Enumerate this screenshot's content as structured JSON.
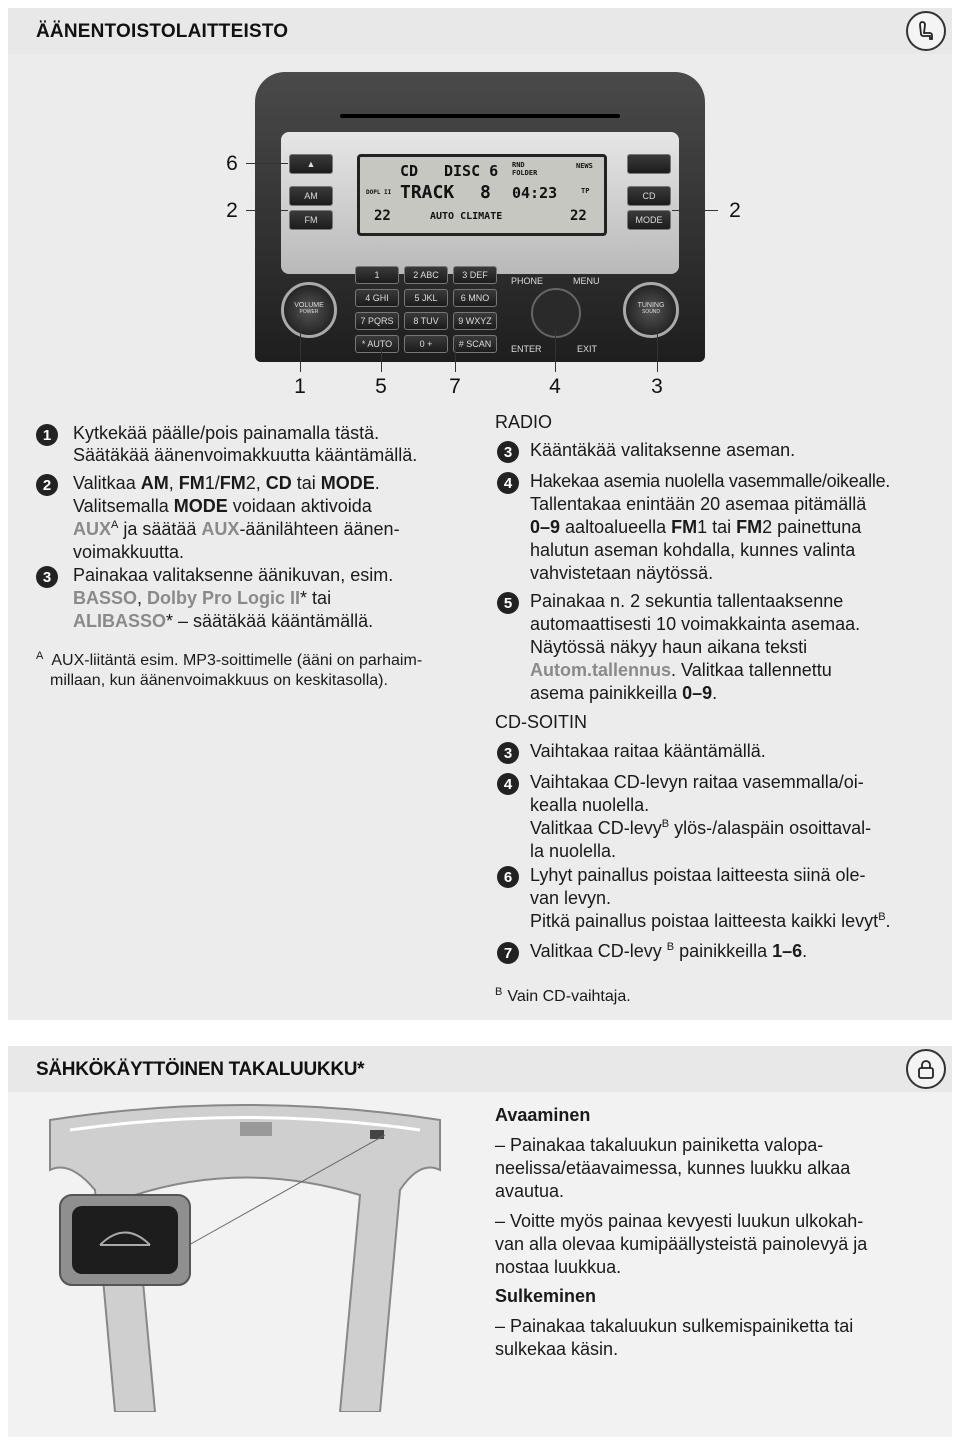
{
  "section1": {
    "title": "ÄÄNENTOISTOLAITTEISTO",
    "icon": "seat-icon"
  },
  "radio_image": {
    "display": {
      "cd": "CD",
      "disc": "DISC 6",
      "rnd": "RND",
      "folder": "FOLDER",
      "news": "NEWS",
      "track": "TRACK",
      "track_no": "8",
      "time": "04:23",
      "tp": "TP",
      "dpl": "DOPL II",
      "auto_climate": "AUTO CLIMATE",
      "temp_left": "22",
      "temp_right": "22"
    },
    "buttons": {
      "am": "AM",
      "fm": "FM",
      "cd": "CD",
      "mode": "MODE",
      "volume": "VOLUME",
      "power": "POWER",
      "tuning": "TUNING",
      "sound": "SOUND",
      "phone": "PHONE",
      "menu": "MENU",
      "enter": "ENTER",
      "exit": "EXIT"
    },
    "keypad": [
      "1",
      "2 ABC",
      "3 DEF",
      "4 GHI",
      "5 JKL",
      "6 MNO",
      "7 PQRS",
      "8 TUV",
      "9 WXYZ",
      "* AUTO",
      "0 +",
      "# SCAN"
    ],
    "callouts": {
      "top_left": "6",
      "mid_left": "2",
      "mid_right": "2",
      "bottom": [
        "1",
        "5",
        "7",
        "4",
        "3"
      ]
    }
  },
  "left_column": {
    "item1_num": "1",
    "item1_line1": "Kytkekää päälle/pois painamalla tästä.",
    "item1_line2": "Säätäkää äänenvoimakkuutta kääntämällä.",
    "item2_num": "2",
    "item2_p1": "Valitkaa ",
    "item2_am": "AM",
    "item2_p2": ", ",
    "item2_fm1": "FM",
    "item2_p3": "1/",
    "item2_fm2": "FM",
    "item2_p4": "2, ",
    "item2_cd": "CD",
    "item2_p5": " tai ",
    "item2_mode": "MODE",
    "item2_p6": ".",
    "item2_line2a": "Valitsemalla ",
    "item2_line2b": "MODE",
    "item2_line2c": " voidaan aktivoida",
    "item2_aux1": "AUX",
    "item2_sup_a": "A",
    "item2_line3a": " ja säätää ",
    "item2_aux2": "AUX",
    "item2_line3b": "-äänilähteen äänen-",
    "item2_line4": "voimakkuutta.",
    "item3_num": "3",
    "item3_line1": "Painakaa valitaksenne äänikuvan, esim.",
    "item3_basso": "BASSO",
    "item3_comma": ", ",
    "item3_dolby": "Dolby Pro Logic II",
    "item3_star_tai": "* tai",
    "item3_alibasso": "ALIBASSO",
    "item3_end": "* – säätäkää kääntämällä.",
    "footnote_a_mark": "A",
    "footnote_a_line1": "AUX-liitäntä esim. MP3-soittimelle (ääni on parhaim-",
    "footnote_a_line2": "millaan, kun äänenvoimakkuus on keskitasolla)."
  },
  "right_column": {
    "radio_heading": "RADIO",
    "r3_num": "3",
    "r3_text": "Kääntäkää valitaksenne aseman.",
    "r4_num": "4",
    "r4_line1": "Hakekaa asemia nuolella vasemmalle/oikealle.",
    "r4_line2": "Tallentakaa enintään 20 asemaa pitämällä",
    "r4_line3_b1": "0–9",
    "r4_line3_t1": " aaltoalueella ",
    "r4_line3_b2": "FM",
    "r4_line3_t2": "1 tai ",
    "r4_line3_b3": "FM",
    "r4_line3_t3": "2 painettuna",
    "r4_line4": "halutun aseman kohdalla, kunnes valinta",
    "r4_line5": "vahvistetaan näytössä.",
    "r5_num": "5",
    "r5_line1": "Painakaa n. 2 sekuntia tallentaaksenne",
    "r5_line2": "automaattisesti 10 voimakkainta asemaa.",
    "r5_line3": "Näytössä näkyy haun aikana teksti",
    "r5_line4_hl": "Autom.tallennus",
    "r5_line4_t": ". Valitkaa tallennettu",
    "r5_line5_t": "asema painikkeilla ",
    "r5_line5_b": "0–9",
    "r5_line5_end": ".",
    "cd_heading": "CD-SOITIN",
    "c3_num": "3",
    "c3_text": "Vaihtakaa raitaa kääntämällä.",
    "c4_num": "4",
    "c4_line1": "Vaihtakaa CD-levyn raitaa vasemmalla/oi-",
    "c4_line2": "kealla nuolella.",
    "c4_line3a": "Valitkaa CD-levy",
    "c4_sup_b": "B",
    "c4_line3b": " ylös-/alaspäin osoittaval-",
    "c4_line4": "la nuolella.",
    "c6_num": "6",
    "c6_line1": "Lyhyt painallus poistaa laitteesta siinä ole-",
    "c6_line2": "van levyn.",
    "c6_line3a": "Pitkä painallus poistaa laitteesta kaikki levyt",
    "c6_sup_b": "B",
    "c6_line3b": ".",
    "c7_num": "7",
    "c7_a": "Valitkaa CD-levy ",
    "c7_sup_b": "B",
    "c7_b": " painikkeilla ",
    "c7_bold": "1–6",
    "c7_end": ".",
    "footnote_b_mark": "B",
    "footnote_b_text": "Vain CD-vaihtaja."
  },
  "section2": {
    "title": "SÄHKÖKÄYTTÖINEN TAKALUUKKU*",
    "icon": "lock-icon",
    "opening_heading": "Avaaminen",
    "opening_p1_l1": "– Painakaa takaluukun painiketta valopa-",
    "opening_p1_l2": "neelissa/etäavaimessa, kunnes luukku alkaa",
    "opening_p1_l3": "avautua.",
    "opening_p2_l1": "– Voitte myös painaa kevyesti luukun ulkokah-",
    "opening_p2_l2": "van alla olevaa kumipäällysteistä painolevyä ja",
    "opening_p2_l3": "nostaa luukkua.",
    "closing_heading": "Sulkeminen",
    "closing_p1_l1": "– Painakaa takaluukun sulkemispainiketta tai",
    "closing_p1_l2": "sulkekaa käsin."
  }
}
